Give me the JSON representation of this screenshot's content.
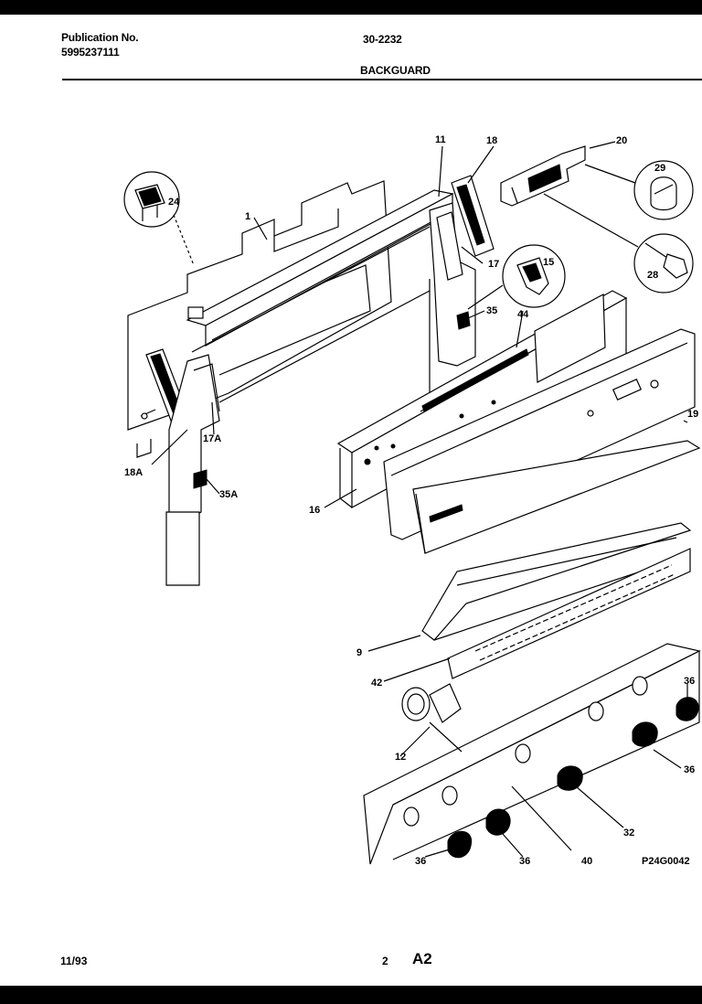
{
  "header": {
    "pub_label": "Publication No.",
    "pub_number": "5995237111",
    "model": "30-2232",
    "section": "BACKGUARD"
  },
  "callouts": {
    "c1": "1",
    "c9": "9",
    "c11": "11",
    "c12": "12",
    "c15": "15",
    "c16": "16",
    "c17": "17",
    "c17a": "17A",
    "c18": "18",
    "c18a": "18A",
    "c19": "19",
    "c20": "20",
    "c24": "24",
    "c28": "28",
    "c29": "29",
    "c32": "32",
    "c35": "35",
    "c35a": "35A",
    "c36a": "36",
    "c36b": "36",
    "c36c": "36",
    "c36d": "36",
    "c40": "40",
    "c42": "42",
    "c44": "44"
  },
  "figure_code": "P24G0042",
  "footer": {
    "date": "11/93",
    "page": "2",
    "section_code": "A2"
  }
}
